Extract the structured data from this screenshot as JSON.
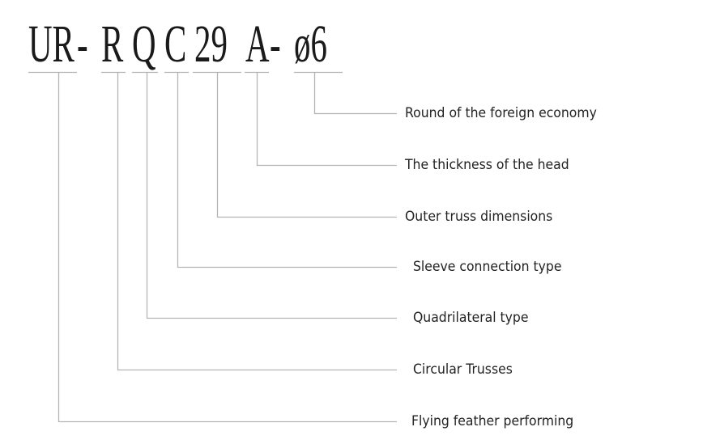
{
  "code": {
    "full": "UR-RQC29A-ø6",
    "segments": [
      "UR",
      "-",
      "R",
      "Q",
      "C",
      "29",
      "A",
      "-",
      "ø6"
    ]
  },
  "labels": [
    "Round of the foreign economy",
    "The thickness of the head",
    "Outer truss dimensions",
    "Sleeve connection type",
    "Quadrilateral type",
    "Circular Trusses",
    "Flying feather performing"
  ],
  "colors": {
    "line": "#b4b4b4",
    "text": "#222222"
  }
}
